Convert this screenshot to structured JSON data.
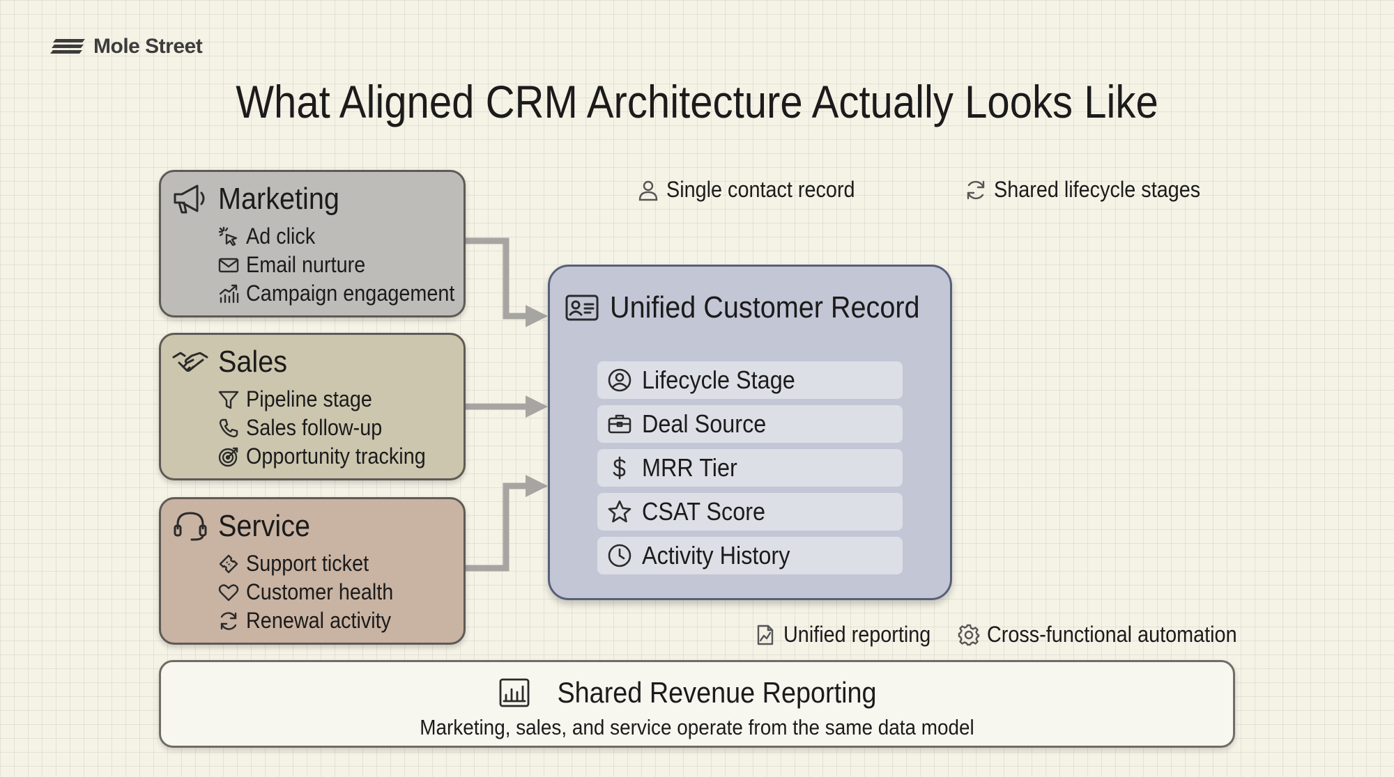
{
  "brand": {
    "name": "Mole Street",
    "logo_icon": "stripes-logo-icon"
  },
  "title": "What Aligned CRM Architecture Actually Looks Like",
  "sources": [
    {
      "name": "Marketing",
      "icon": "megaphone-icon",
      "color": "#bdbcb9",
      "items": [
        {
          "label": "Ad click",
          "icon": "click-icon"
        },
        {
          "label": "Email nurture",
          "icon": "mail-icon"
        },
        {
          "label": "Campaign engagement",
          "icon": "chart-up-icon"
        }
      ]
    },
    {
      "name": "Sales",
      "icon": "handshake-icon",
      "color": "#ccc6ae",
      "items": [
        {
          "label": "Pipeline stage",
          "icon": "funnel-icon"
        },
        {
          "label": "Sales follow-up",
          "icon": "phone-icon"
        },
        {
          "label": "Opportunity tracking",
          "icon": "target-icon"
        }
      ]
    },
    {
      "name": "Service",
      "icon": "headset-icon",
      "color": "#c9b3a2",
      "items": [
        {
          "label": "Support ticket",
          "icon": "ticket-icon"
        },
        {
          "label": "Customer health",
          "icon": "heart-icon"
        },
        {
          "label": "Renewal activity",
          "icon": "refresh-icon"
        }
      ]
    }
  ],
  "hub": {
    "title": "Unified Customer Record",
    "icon": "id-card-icon",
    "fields": [
      {
        "label": "Lifecycle Stage",
        "icon": "user-circle-icon"
      },
      {
        "label": "Deal Source",
        "icon": "briefcase-icon"
      },
      {
        "label": "MRR Tier",
        "icon": "dollar-icon"
      },
      {
        "label": "CSAT Score",
        "icon": "star-icon"
      },
      {
        "label": "Activity History",
        "icon": "clock-icon"
      }
    ]
  },
  "tags": {
    "single_contact": "Single contact record",
    "shared_lifecycle": "Shared lifecycle stages",
    "unified_reporting": "Unified reporting",
    "automation": "Cross-functional automation"
  },
  "footer": {
    "title": "Shared Revenue Reporting",
    "subtitle": "Marketing, sales, and service operate from the same data model",
    "icon": "bar-chart-icon"
  }
}
